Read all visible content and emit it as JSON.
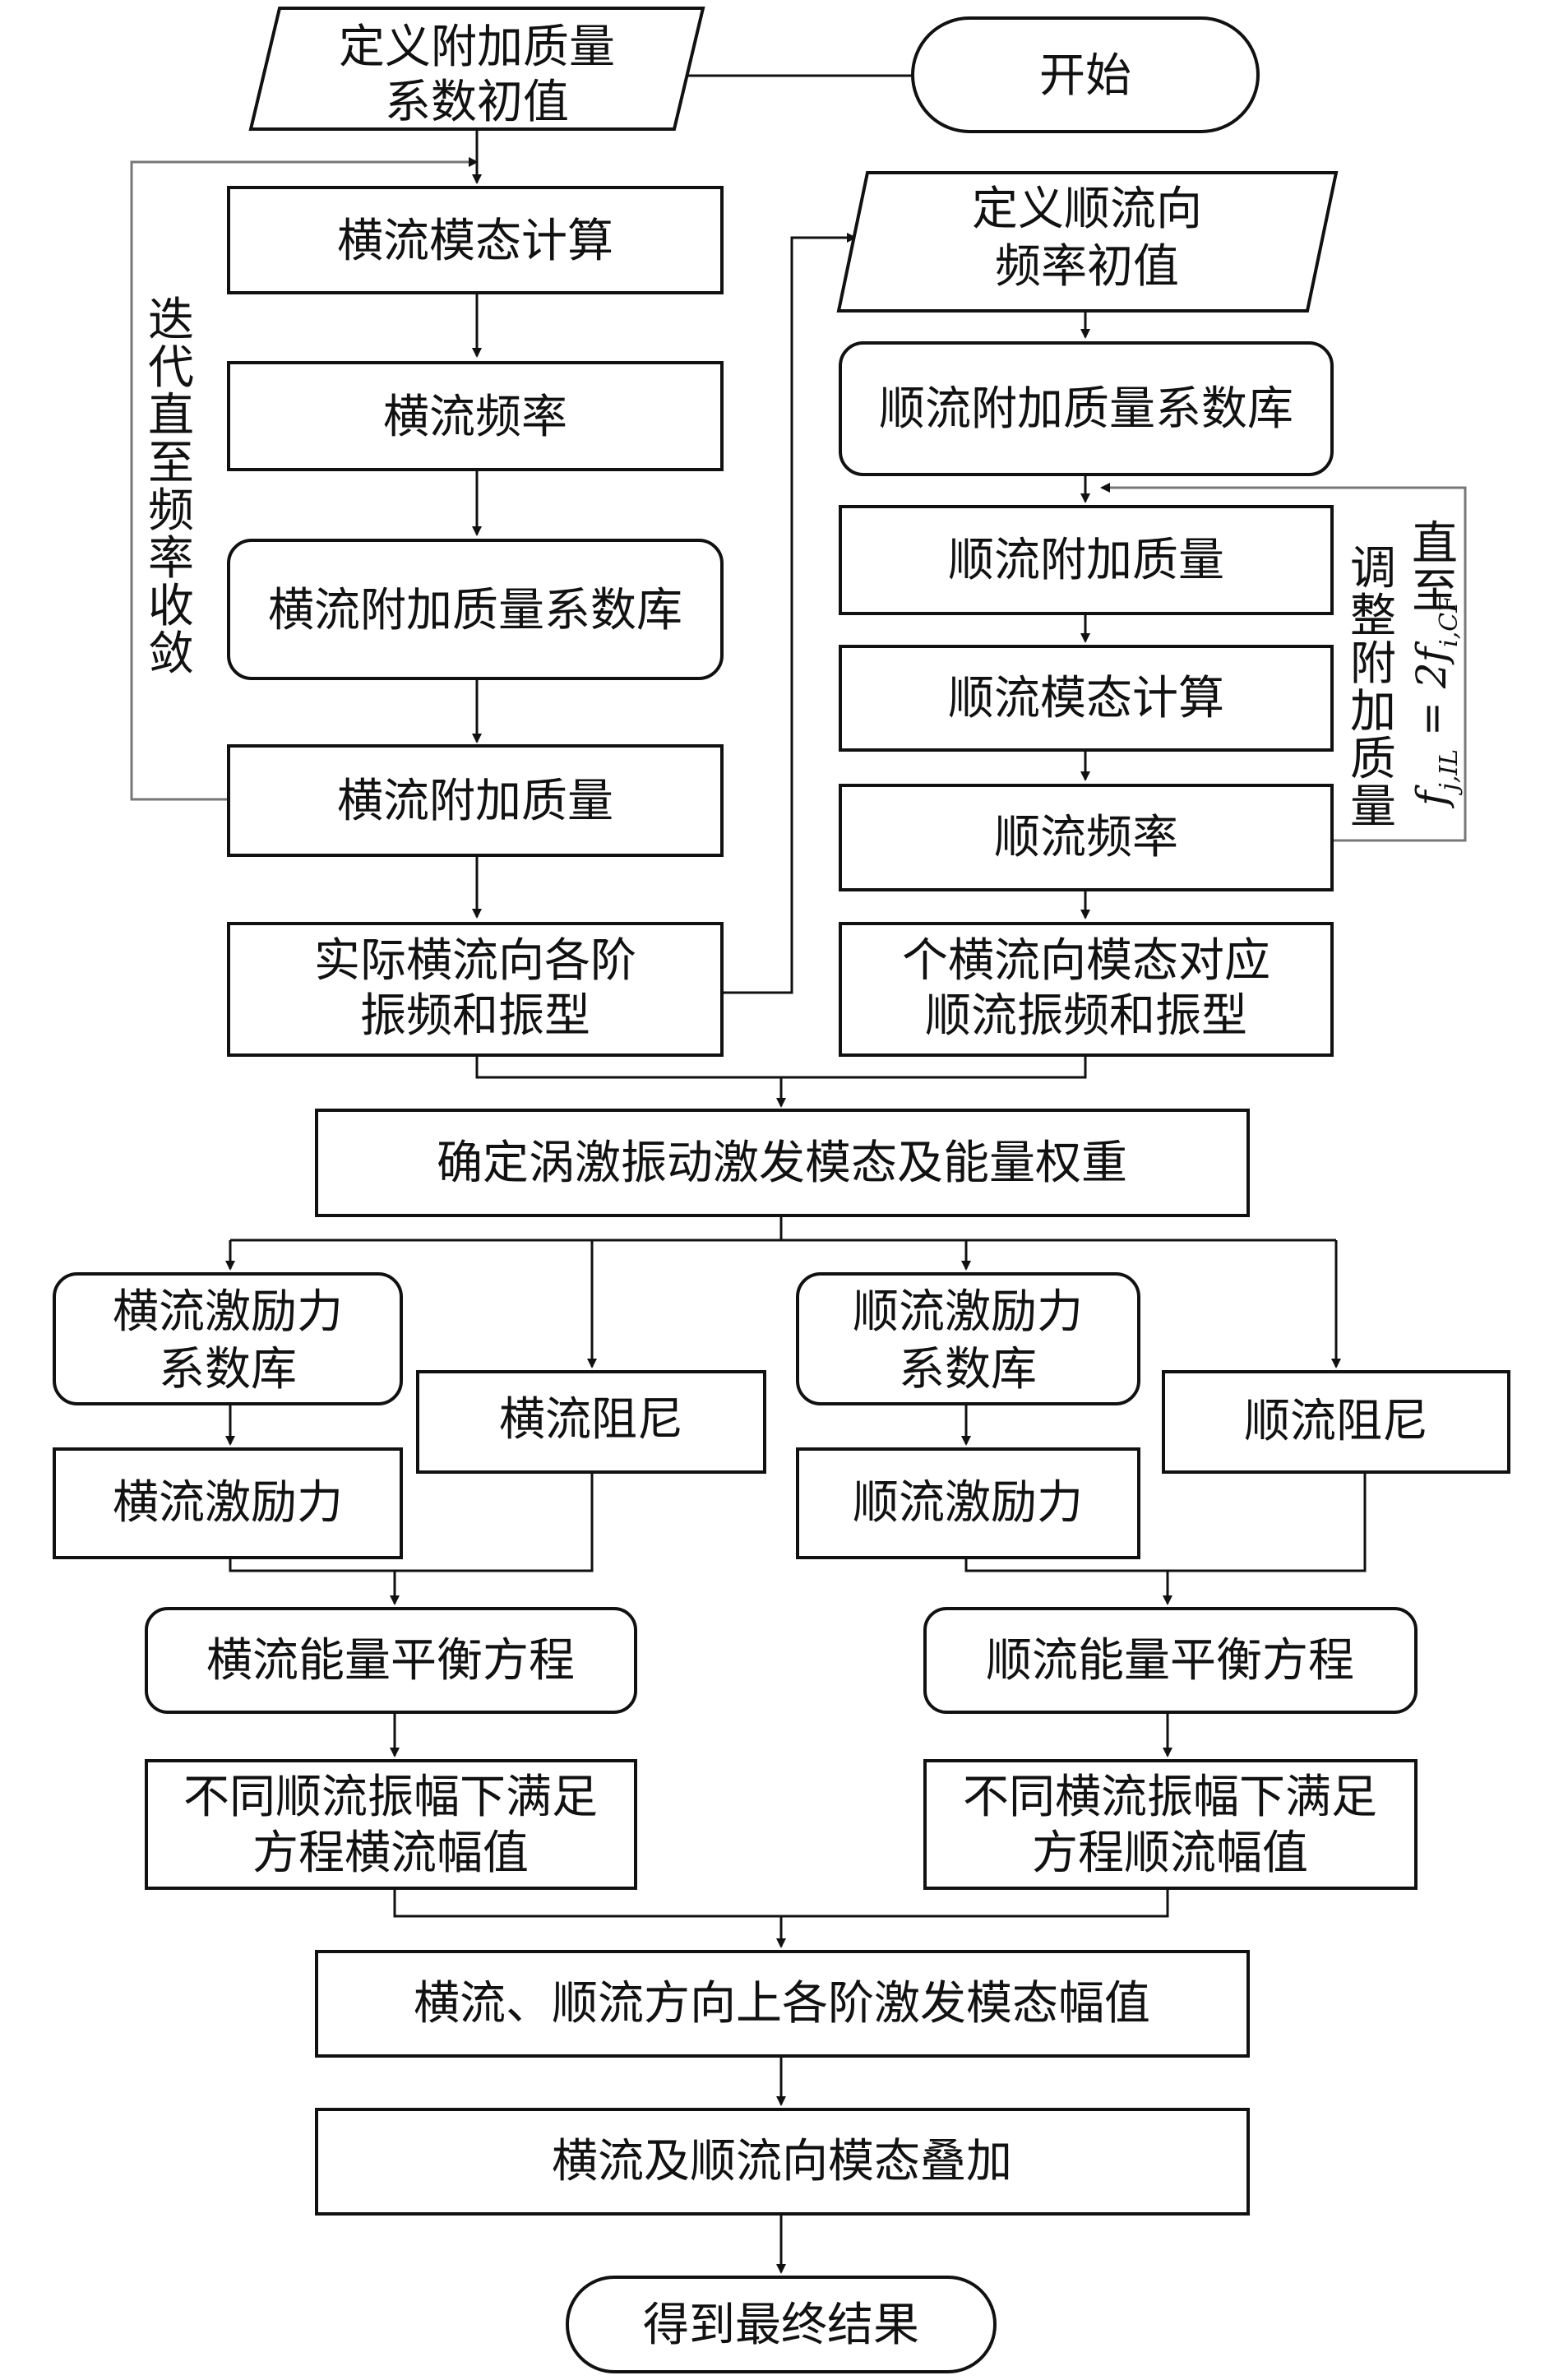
{
  "nodes": {
    "start": "开始",
    "define_cf_mass_coef": [
      "定义附加质量",
      "系数初值"
    ],
    "cf_modal_calc": "横流模态计算",
    "cf_frequency": "横流频率",
    "cf_mass_coef_db": "横流附加质量系数库",
    "cf_added_mass": "横流附加质量",
    "cf_actual_modes": [
      "实际横流向各阶",
      "振频和振型"
    ],
    "define_il_freq": [
      "定义顺流向",
      "频率初值"
    ],
    "il_mass_coef_db": "顺流附加质量系数库",
    "il_added_mass": "顺流附加质量",
    "il_modal_calc": "顺流模态计算",
    "il_frequency": "顺流频率",
    "il_modes": [
      "个横流向模态对应",
      "顺流振频和振型"
    ],
    "determine_modes": "确定涡激振动激发模态及能量权重",
    "cf_force_coef_db": [
      "横流激励力",
      "系数库"
    ],
    "cf_damping": "横流阻尼",
    "il_force_coef_db": [
      "顺流激励力",
      "系数库"
    ],
    "il_damping": "顺流阻尼",
    "cf_force": "横流激励力",
    "il_force": "顺流激励力",
    "cf_energy_balance": "横流能量平衡方程",
    "il_energy_balance": "顺流能量平衡方程",
    "cf_amplitude": [
      "不同顺流振幅下满足",
      "方程横流幅值"
    ],
    "il_amplitude": [
      "不同横流振幅下满足",
      "方程顺流幅值"
    ],
    "mode_amplitudes": "横流、顺流方向上各阶激发模态幅值",
    "superposition": "横流及顺流向模态叠加",
    "result": "得到最终结果"
  },
  "loop_labels": {
    "cf_iteration": [
      "迭",
      "代",
      "直",
      "至",
      "频",
      "率",
      "收",
      "敛"
    ],
    "il_adjust_col1": [
      "调",
      "整",
      "附",
      "加",
      "质",
      "量"
    ],
    "il_adjust_col2": [
      "直",
      "至"
    ],
    "il_condition": "f_{j,IL} = 2f_{i,CF}"
  },
  "colors": {
    "stroke": "#111111",
    "loop_line": "#777777",
    "background": "#ffffff"
  }
}
